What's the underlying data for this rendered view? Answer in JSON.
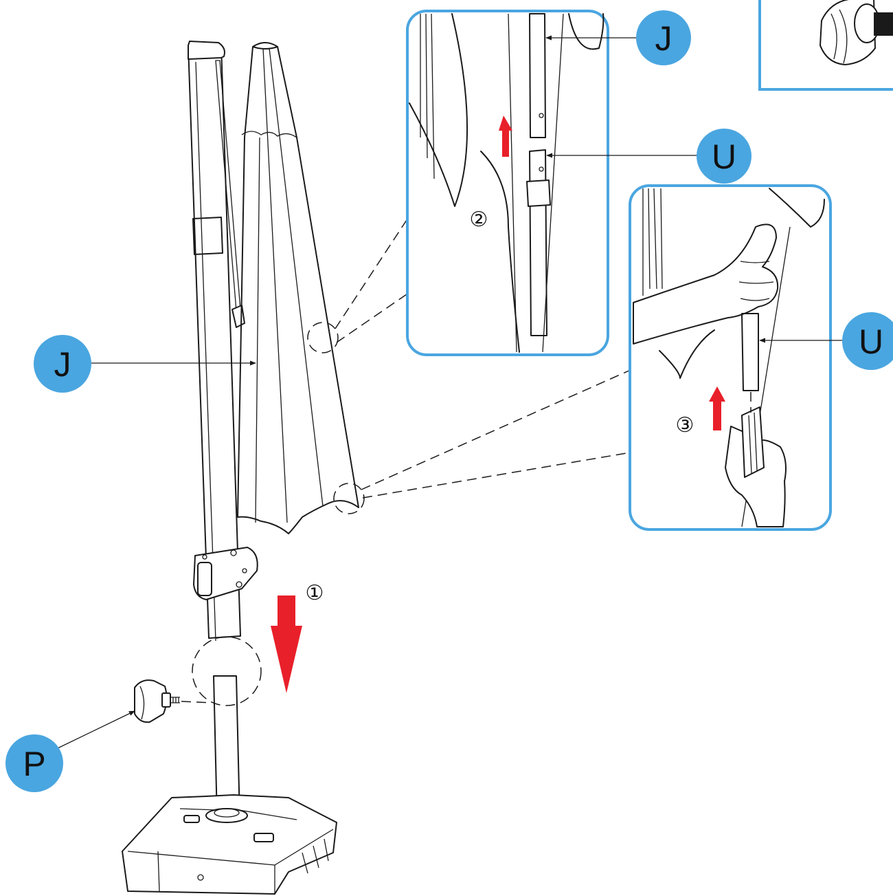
{
  "colors": {
    "badge": "#4AA6E0",
    "frame": "#4AA6E0",
    "arrow": "#E8202A",
    "line": "#1A1A1A"
  },
  "labels": {
    "j_main": "J",
    "j_inset": "J",
    "u_inset2": "U",
    "u_inset3": "U",
    "p_knob": "P"
  },
  "steps": {
    "step1": "①",
    "step2": "②",
    "step3": "③"
  }
}
